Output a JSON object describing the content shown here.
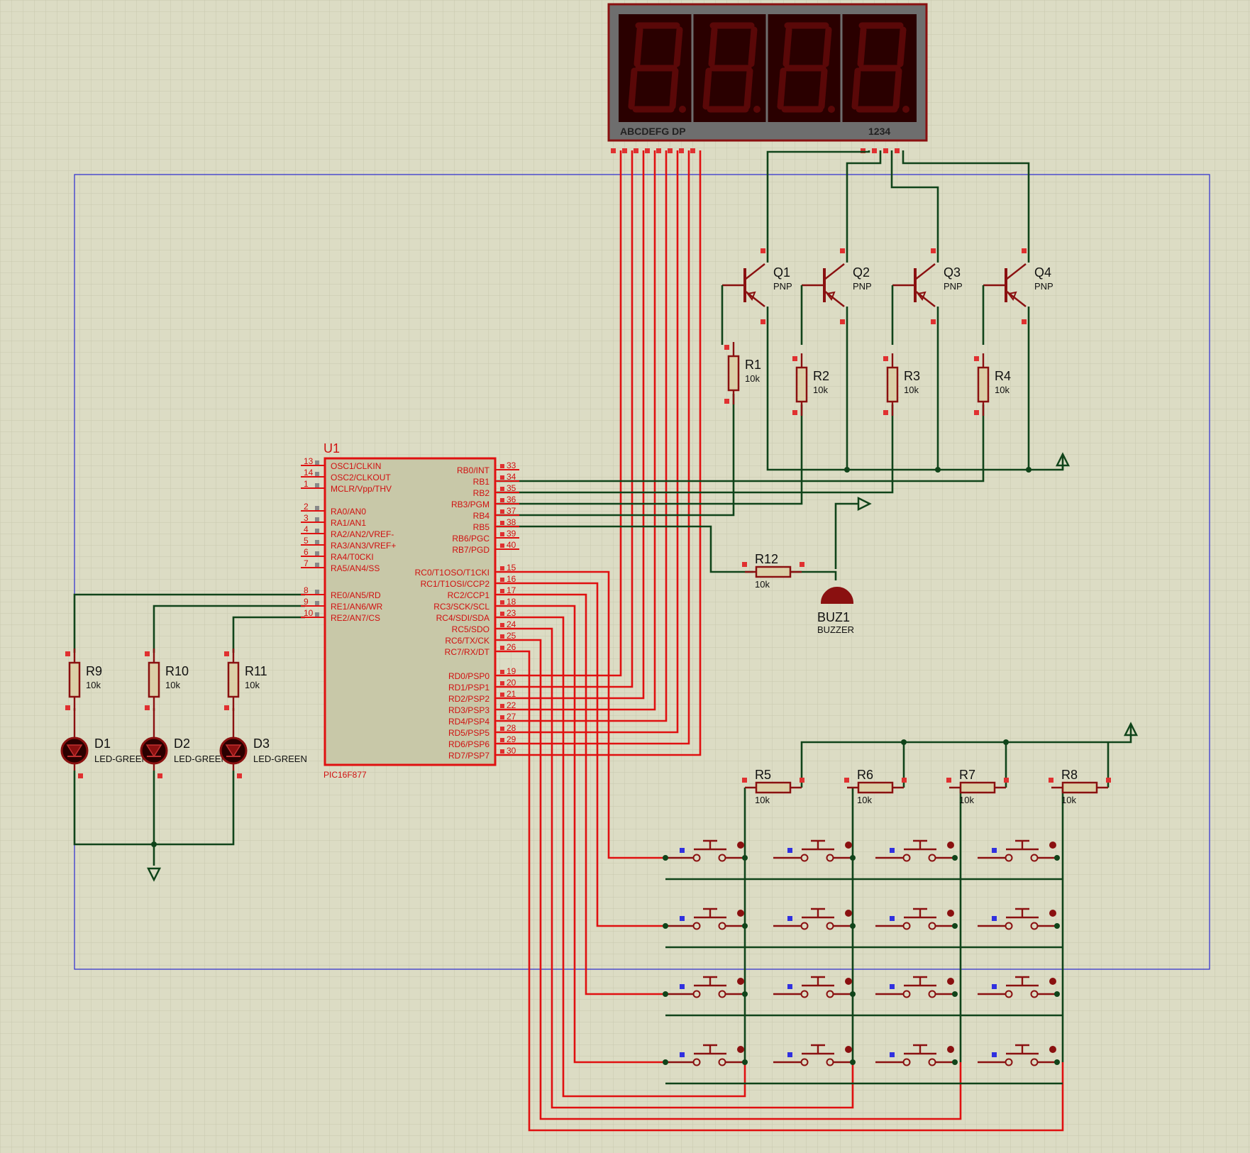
{
  "colors": {
    "background": "#dcdcc4",
    "grid": "#c8c8ae",
    "wire_red": "#e01010",
    "wire_green": "#10441a",
    "component": "#8a1010",
    "ic_fill": "#c8c8a8",
    "border_blue": "#2a2ad0"
  },
  "display": {
    "digits_text": "8.8.8.8.",
    "segment_label": "ABCDEFG DP",
    "digit_label": "1234"
  },
  "mcu": {
    "ref": "U1",
    "part": "PIC16F877",
    "left_pins": [
      {
        "num": "13",
        "name": "OSC1/CLKIN"
      },
      {
        "num": "14",
        "name": "OSC2/CLKOUT"
      },
      {
        "num": "1",
        "name": "MCLR/Vpp/THV"
      },
      {
        "num": "2",
        "name": "RA0/AN0"
      },
      {
        "num": "3",
        "name": "RA1/AN1"
      },
      {
        "num": "4",
        "name": "RA2/AN2/VREF-"
      },
      {
        "num": "5",
        "name": "RA3/AN3/VREF+"
      },
      {
        "num": "6",
        "name": "RA4/T0CKI"
      },
      {
        "num": "7",
        "name": "RA5/AN4/SS"
      },
      {
        "num": "8",
        "name": "RE0/AN5/RD"
      },
      {
        "num": "9",
        "name": "RE1/AN6/WR"
      },
      {
        "num": "10",
        "name": "RE2/AN7/CS"
      }
    ],
    "right_pins": [
      {
        "num": "33",
        "name": "RB0/INT"
      },
      {
        "num": "34",
        "name": "RB1"
      },
      {
        "num": "35",
        "name": "RB2"
      },
      {
        "num": "36",
        "name": "RB3/PGM"
      },
      {
        "num": "37",
        "name": "RB4"
      },
      {
        "num": "38",
        "name": "RB5"
      },
      {
        "num": "39",
        "name": "RB6/PGC"
      },
      {
        "num": "40",
        "name": "RB7/PGD"
      },
      {
        "num": "15",
        "name": "RC0/T1OSO/T1CKI"
      },
      {
        "num": "16",
        "name": "RC1/T1OSI/CCP2"
      },
      {
        "num": "17",
        "name": "RC2/CCP1"
      },
      {
        "num": "18",
        "name": "RC3/SCK/SCL"
      },
      {
        "num": "23",
        "name": "RC4/SDI/SDA"
      },
      {
        "num": "24",
        "name": "RC5/SDO"
      },
      {
        "num": "25",
        "name": "RC6/TX/CK"
      },
      {
        "num": "26",
        "name": "RC7/RX/DT"
      },
      {
        "num": "19",
        "name": "RD0/PSP0"
      },
      {
        "num": "20",
        "name": "RD1/PSP1"
      },
      {
        "num": "21",
        "name": "RD2/PSP2"
      },
      {
        "num": "22",
        "name": "RD3/PSP3"
      },
      {
        "num": "27",
        "name": "RD4/PSP4"
      },
      {
        "num": "28",
        "name": "RD5/PSP5"
      },
      {
        "num": "29",
        "name": "RD6/PSP6"
      },
      {
        "num": "30",
        "name": "RD7/PSP7"
      }
    ]
  },
  "transistors": [
    {
      "ref": "Q1",
      "type": "PNP"
    },
    {
      "ref": "Q2",
      "type": "PNP"
    },
    {
      "ref": "Q3",
      "type": "PNP"
    },
    {
      "ref": "Q4",
      "type": "PNP"
    }
  ],
  "resistors": [
    {
      "ref": "R1",
      "value": "10k"
    },
    {
      "ref": "R2",
      "value": "10k"
    },
    {
      "ref": "R3",
      "value": "10k"
    },
    {
      "ref": "R4",
      "value": "10k"
    },
    {
      "ref": "R5",
      "value": "10k"
    },
    {
      "ref": "R6",
      "value": "10k"
    },
    {
      "ref": "R7",
      "value": "10k"
    },
    {
      "ref": "R8",
      "value": "10k"
    },
    {
      "ref": "R9",
      "value": "10k"
    },
    {
      "ref": "R10",
      "value": "10k"
    },
    {
      "ref": "R11",
      "value": "10k"
    },
    {
      "ref": "R12",
      "value": "10k"
    }
  ],
  "leds": [
    {
      "ref": "D1",
      "type": "LED-GREEN"
    },
    {
      "ref": "D2",
      "type": "LED-GREEN"
    },
    {
      "ref": "D3",
      "type": "LED-GREEN"
    }
  ],
  "buzzer": {
    "ref": "BUZ1",
    "type": "BUZZER"
  }
}
